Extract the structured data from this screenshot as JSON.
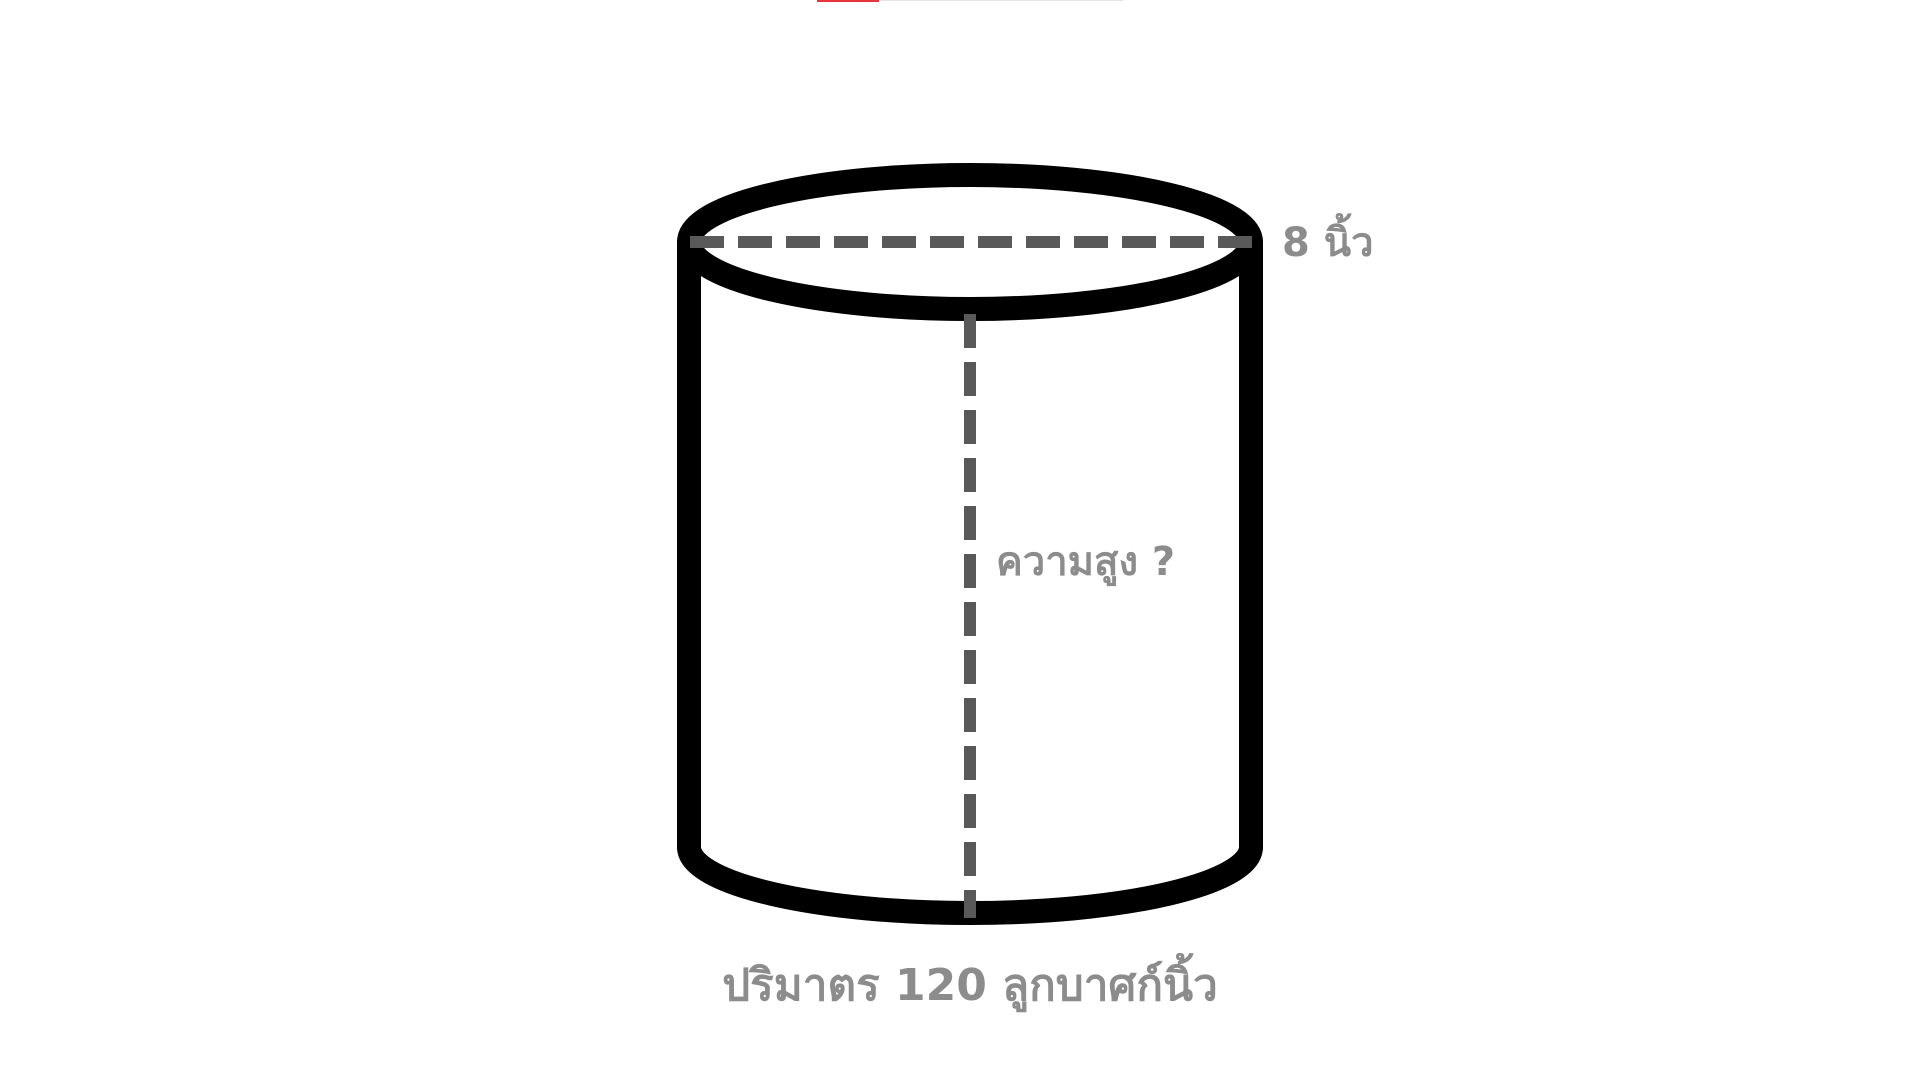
{
  "diagram": {
    "diameter_label": "8 นิ้ว",
    "height_label": "ความสูง ?",
    "volume_label": "ปริมาตร 120 ลูกบาศก์นิ้ว"
  },
  "colors": {
    "outline": "#000000",
    "dashed_line": "#595959",
    "label_text": "#8c8c8c",
    "top_bar_accent": "#e8343c",
    "top_bar_track": "#e6e6e6"
  }
}
